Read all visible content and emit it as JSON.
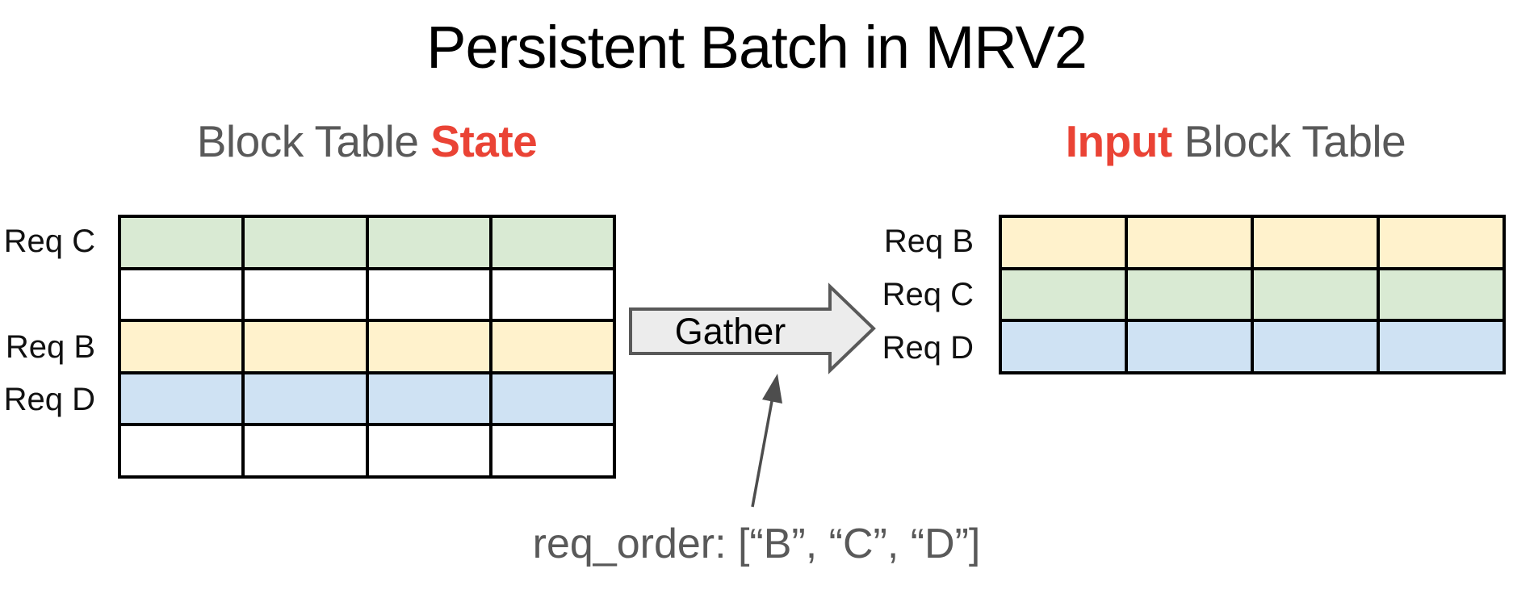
{
  "title": "Persistent Batch in MRV2",
  "colors": {
    "green": "#d9ead3",
    "yellow": "#fff2cc",
    "blue": "#cfe2f3",
    "white": "#ffffff",
    "red": "#ea4335",
    "gray_text": "#595959",
    "label_text": "#111111",
    "arrow_fill": "#ececec",
    "arrow_stroke": "#595959",
    "annotation_arrow": "#4d4d4d",
    "grid_line": "#000000"
  },
  "left_table": {
    "heading": {
      "prefix": "Block Table ",
      "highlight": "State"
    },
    "columns": 4,
    "rows": [
      {
        "label": "Req C",
        "color": "green"
      },
      {
        "label": "",
        "color": "white"
      },
      {
        "label": "Req B",
        "color": "yellow"
      },
      {
        "label": "Req D",
        "color": "blue"
      },
      {
        "label": "",
        "color": "white"
      }
    ]
  },
  "right_table": {
    "heading": {
      "highlight": "Input",
      "suffix": " Block Table"
    },
    "columns": 4,
    "rows": [
      {
        "label": "Req B",
        "color": "yellow"
      },
      {
        "label": "Req C",
        "color": "green"
      },
      {
        "label": "Req D",
        "color": "blue"
      }
    ]
  },
  "gather_arrow": {
    "label": "Gather"
  },
  "annotation": {
    "text": "req_order: [“B”, “C”, “D”]"
  }
}
